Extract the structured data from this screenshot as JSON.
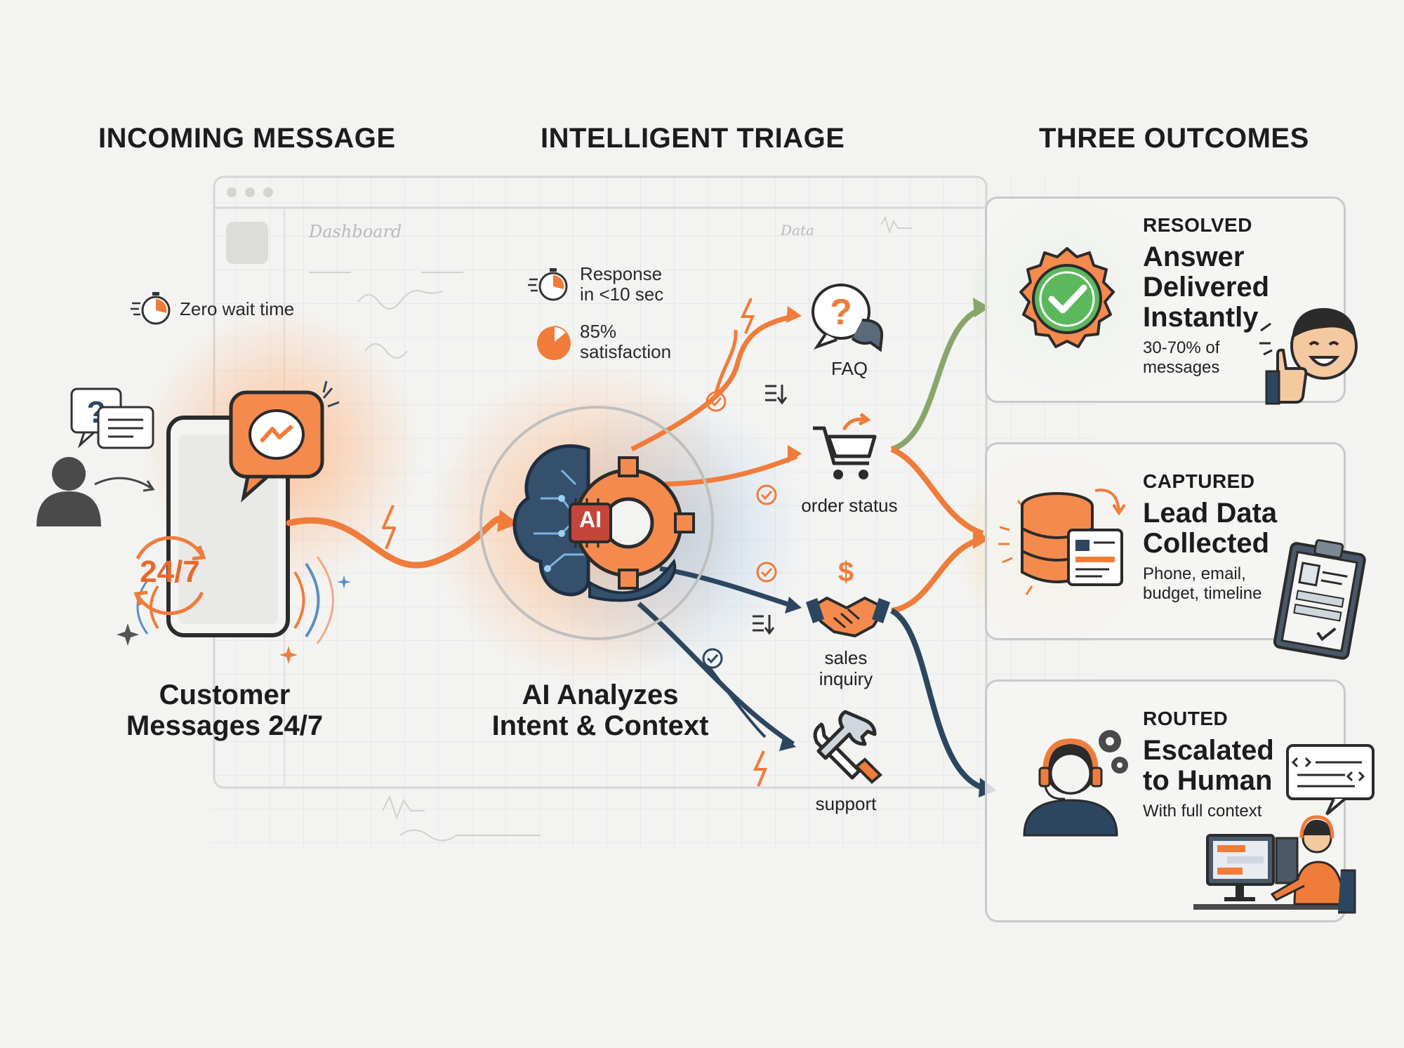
{
  "sections": {
    "incoming": "INCOMING MESSAGE",
    "triage": "INTELLIGENT TRIAGE",
    "outcomes": "THREE OUTCOMES"
  },
  "background_mock": {
    "dashboard_label": "Dashboard",
    "data_label": "Data"
  },
  "incoming": {
    "stat_wait": "Zero wait time",
    "badge_247": "24/7",
    "caption_line1": "Customer",
    "caption_line2": "Messages 24/7"
  },
  "triage": {
    "stat_response_line1": "Response",
    "stat_response_line2": "in <10 sec",
    "stat_satisfaction_line1": "85%",
    "stat_satisfaction_line2": "satisfaction",
    "ai_chip": "AI",
    "caption_line1": "AI Analyzes",
    "caption_line2": "Intent & Context",
    "routes": [
      {
        "label": "FAQ"
      },
      {
        "label": "order status"
      },
      {
        "label_line1": "sales",
        "label_line2": "inquiry"
      },
      {
        "label": "support"
      }
    ]
  },
  "outcomes": [
    {
      "tag": "RESOLVED",
      "head_line1": "Answer",
      "head_line2": "Delivered",
      "head_line3": "Instantly",
      "sub_line1": "30-70% of",
      "sub_line2": "messages"
    },
    {
      "tag": "CAPTURED",
      "head_line1": "Lead Data",
      "head_line2": "Collected",
      "sub_line1": "Phone, email,",
      "sub_line2": "budget, timeline"
    },
    {
      "tag": "ROUTED",
      "head_line1": "Escalated",
      "head_line2": "to Human",
      "sub_line1": "With full context"
    }
  ],
  "colors": {
    "orange": "#f07c3a",
    "navy": "#2d4660",
    "green": "#5cb85c",
    "gray": "#c9c9c9"
  }
}
